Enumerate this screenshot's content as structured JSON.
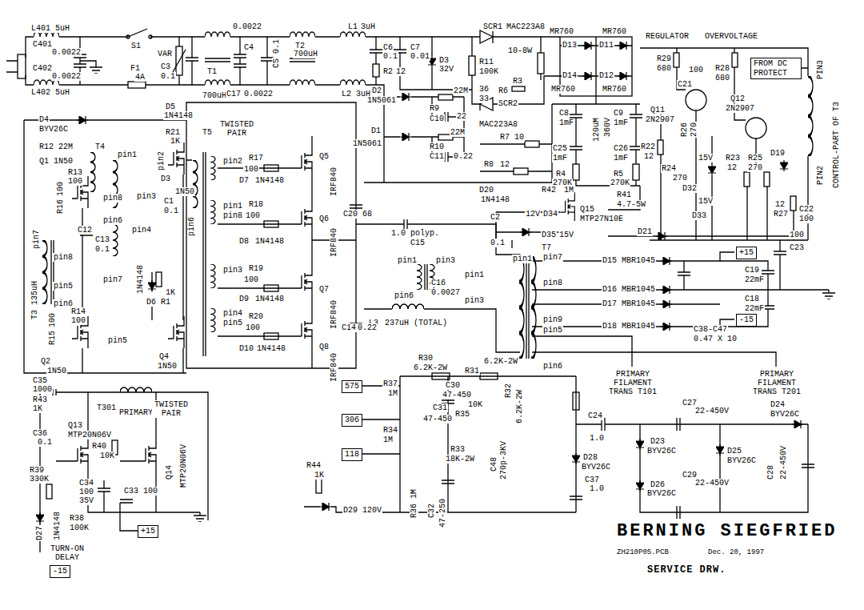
{
  "diagram": {
    "title": "BERNING SIEGFRIED",
    "nodes": [
      {
        "text": [
          "FROM DC PROTECT"
        ]
      },
      {
        "text": [
          "+15"
        ]
      },
      {
        "text": [
          "-15"
        ]
      },
      {
        "text": [
          "575"
        ]
      },
      {
        "text": [
          "306"
        ]
      },
      {
        "text": [
          "118"
        ]
      },
      {
        "text": [
          "+15"
        ]
      },
      {
        "text": [
          "-15"
        ]
      }
    ],
    "labels": [
      "L401 5uH",
      "C401",
      "0.0022",
      "C402",
      "0.0022",
      "L402 5uH",
      "S1",
      "F1",
      "4A",
      "VAR",
      "C3",
      "0.1",
      "T1",
      "700uH",
      "0.0022",
      "C4",
      "C17",
      "0.0022",
      "CS",
      "0.1",
      "T2",
      "700uH",
      "L1",
      "3uH",
      "C6",
      "0.1",
      "R2",
      "12",
      "L2 3uH",
      "C7",
      "0.01",
      "D3",
      "32V",
      "R11",
      "100K",
      "SCR1",
      "MAC223A8",
      "10-8W",
      "R3",
      "36",
      "33",
      "R6",
      "SCR2",
      "MAC223A8",
      "D2",
      "1N5061",
      "R9",
      "22M",
      "C10",
      "22",
      "D1",
      "1N5061",
      "R10",
      "22M",
      "C11",
      "0.22",
      "R7",
      "10",
      "R8",
      "12",
      "MR760",
      "MR760",
      "D13",
      "D11",
      "D14",
      "D12",
      "MR760",
      "MR760",
      "120uM",
      "360V",
      "C8",
      "1mF",
      "C9",
      "1mF",
      "C25",
      "1mF",
      "C26",
      "1mF",
      "R4",
      "270K",
      "R5",
      "270K",
      "R41",
      "4.7-5W",
      "D20",
      "1N4148",
      "R42",
      "1M",
      "12V",
      "D34",
      "Q15",
      "MTP27N10E",
      "D35",
      "15V",
      "REGULATOR",
      "OVERVOLTAGE",
      "R29",
      "680",
      "R28",
      "680",
      "100",
      "C21",
      "Q11",
      "2N2907",
      "Q12",
      "2N2907",
      "R26",
      "270",
      "R22",
      "12",
      "R24",
      "270",
      "D32",
      "15V",
      "D33",
      "15V",
      "R23",
      "12",
      "R25",
      "270",
      "D19",
      "R27",
      "12",
      "C22",
      "100",
      "C23",
      "100",
      "D21",
      "D15 MBR1045",
      "D16 MBR1045",
      "D17 MBR1045",
      "D18 MBR1045",
      "C19",
      "22mF",
      "C18",
      "22mF",
      "C38-C47",
      "0.47 X 10",
      "T7",
      "pin7",
      "pin8",
      "pin9",
      "pin5",
      "pin6",
      "pin1",
      "PRIMARY FILAMENT TRANS T101",
      "PRIMARY FILAMENT TRANS T201",
      "C15",
      "1.0 polyp.",
      "pin1",
      "pin3",
      "pin1",
      "C16",
      "0.0027",
      "pin3",
      "pin6",
      "L3",
      "237uH (TOTAL)",
      "C2",
      "0.1",
      "C20",
      "68",
      "C14",
      "0.22",
      "D4",
      "BYV26C",
      "R12 22M",
      "T4",
      "pin1",
      "Q1 1N50",
      "R13",
      "100",
      "R16",
      "100",
      "pin8",
      "pin6",
      "C12",
      "C13",
      "0.1",
      "D5",
      "1N4148",
      "R21",
      "1K",
      "pin2",
      "T5",
      "TWISTED PAIR",
      "D3",
      "1N50",
      "pin3",
      "C1",
      "0.1",
      "pin6",
      "pin4",
      "pin7",
      "pin8",
      "T3 135uH",
      "pin7",
      "pin5",
      "1N4148",
      "D6",
      "R1",
      "1K",
      "pin6",
      "R14",
      "100",
      "R15",
      "100",
      "pin5",
      "Q2",
      "1N50",
      "Q4",
      "1N50",
      "pin2",
      "R17",
      "100",
      "D7",
      "1N4148",
      "pin1",
      "R18",
      "pin8",
      "100",
      "D8",
      "1N4148",
      "Q5",
      "IRF840",
      "Q6",
      "IRF840",
      "pin3",
      "R19",
      "100",
      "D9",
      "1N4148",
      "Q7",
      "IRF840",
      "pin4",
      "pin5",
      "R20",
      "100",
      "D10",
      "1N4148",
      "Q8",
      "IRF840",
      "C35",
      "1000",
      "R43",
      "1K",
      "T301",
      "PRIMARY",
      "TWISTED PAIR",
      "C36",
      "0.1",
      "Q13",
      "MTP20N06V",
      "R40",
      "10K",
      "Q14",
      "MTP20N06V",
      "R39",
      "330K",
      "C34",
      "100",
      "35V",
      "C33",
      "100",
      "D27",
      "1N4148",
      "R38",
      "100K",
      "TURN-ON DELAY",
      "D29 120V",
      "R44",
      "1K",
      "R30",
      "6.2K-2W",
      "R31",
      "6.2K-2W",
      "R32",
      "6.2K-2W",
      "R37",
      "1M",
      "C30",
      "47-450",
      "R35",
      "10K",
      "C31",
      "47-450",
      "R34",
      "1M",
      "R33",
      "18K-2W",
      "R36 1M",
      "C32",
      "47-250",
      "C48",
      "270p-3KV",
      "C24",
      "1.0",
      "D28",
      "BYV26C",
      "C37",
      "1.0",
      "C27",
      "22-450V",
      "D24",
      "BYV26C",
      "D23",
      "BYV26C",
      "D25",
      "BYV26C",
      "C29",
      "22-450V",
      "D26",
      "BYV26C",
      "C28",
      "22-450V",
      "ZH210P05.PCB",
      "Dec. 20, 1997",
      "SERVICE DRW.",
      "PIN3",
      "PIN2",
      "CONTROL-PART OF T3"
    ]
  }
}
